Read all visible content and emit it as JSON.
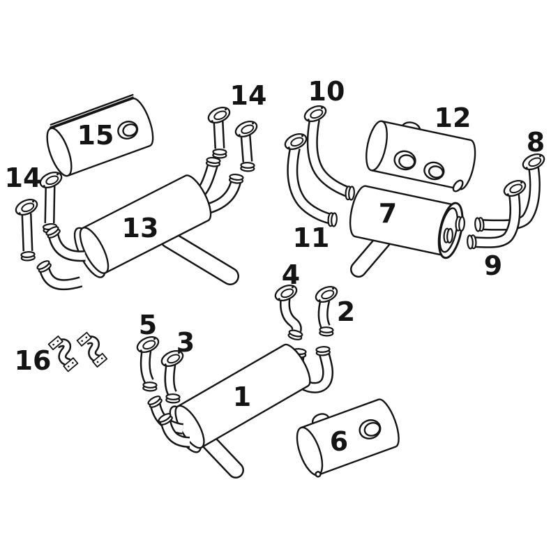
{
  "page": {
    "background": "#ffffff"
  },
  "diagram": {
    "type": "exploded-parts-diagram",
    "subject": "exhaust-system-components",
    "line_color": "#141414",
    "labels": {
      "l1": {
        "text": "1"
      },
      "l2": {
        "text": "2"
      },
      "l3": {
        "text": "3"
      },
      "l4": {
        "text": "4"
      },
      "l5": {
        "text": "5"
      },
      "l6": {
        "text": "6"
      },
      "l7": {
        "text": "7"
      },
      "l8": {
        "text": "8"
      },
      "l9": {
        "text": "9"
      },
      "l10": {
        "text": "10"
      },
      "l11": {
        "text": "11"
      },
      "l12": {
        "text": "12"
      },
      "l13": {
        "text": "13"
      },
      "l14a": {
        "text": "14"
      },
      "l14b": {
        "text": "14"
      },
      "l15": {
        "text": "15"
      },
      "l16": {
        "text": "16"
      }
    }
  }
}
